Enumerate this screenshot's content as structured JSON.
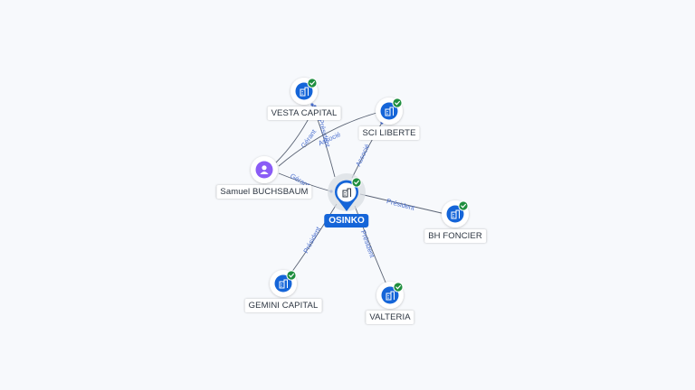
{
  "center": {
    "name": "OSINKO"
  },
  "nodes": [
    {
      "id": "vesta",
      "name": "VESTA CAPITAL",
      "kind": "company-icon",
      "verified": true
    },
    {
      "id": "sci",
      "name": "SCI LIBERTE",
      "kind": "company-icon",
      "verified": true
    },
    {
      "id": "samuel",
      "name": "Samuel BUCHSBAUM",
      "kind": "person-icon",
      "verified": false
    },
    {
      "id": "bh",
      "name": "BH FONCIER",
      "kind": "company-icon",
      "verified": true
    },
    {
      "id": "gemini",
      "name": "GEMINI CAPITAL",
      "kind": "company-icon",
      "verified": true
    },
    {
      "id": "valteria",
      "name": "VALTERIA",
      "kind": "company-icon",
      "verified": true
    }
  ],
  "edges": [
    {
      "from": "center",
      "to": "vesta",
      "label": "Président"
    },
    {
      "from": "samuel",
      "to": "vesta",
      "label": "Gérant"
    },
    {
      "from": "samuel",
      "to": "sci",
      "label": "Associé"
    },
    {
      "from": "center",
      "to": "sci",
      "label": "Associé"
    },
    {
      "from": "samuel",
      "to": "center",
      "label": "Gérant"
    },
    {
      "from": "center",
      "to": "bh",
      "label": "Président"
    },
    {
      "from": "center",
      "to": "gemini",
      "label": "Président"
    },
    {
      "from": "center",
      "to": "valteria",
      "label": "Président"
    }
  ],
  "colors": {
    "accent": "#1565d8",
    "verified": "#1e8e3e",
    "person": "#8b5cf6",
    "edge": "#5b6475",
    "edge_label": "#4a6fcf"
  }
}
